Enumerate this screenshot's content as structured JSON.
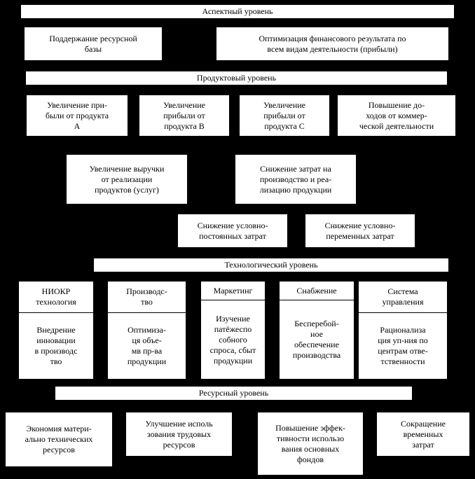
{
  "diagram": {
    "colors": {
      "background": "#000000",
      "box_bg": "#ffffff",
      "text": "#000000"
    },
    "levels": {
      "aspect": "Аспектный уровень",
      "product": "Продуктовый уровень",
      "technology": "Технологический уровень",
      "resource": "Ресурсный уровень"
    },
    "aspect_row": {
      "resource_base": "Поддержание ресурсной\nбазы",
      "financial_result": "Оптимизация финансового результата по\nвсем видам деятельности (прибыли)"
    },
    "product_row": {
      "product_a": "Увеличение при-\nбыли от продукта\nА",
      "product_b": "Увеличение\nприбыли от\nпродукта В",
      "product_c": "Увеличение\nприбыли от\nпродукта С",
      "commercial_income": "Повышение до-\nходов от коммер-\nческой деятельности",
      "revenue_increase": "Увеличение выручки\nот реализации\nпродуктов (услуг)",
      "cost_reduction": "Снижение затрат на\nпроизводство и реа-\nлизацию продукции",
      "fixed_costs": "Снижение условно-\nпостоянных затрат",
      "variable_costs": "Снижение условно-\nпеременных затрат"
    },
    "technology_row": {
      "rnd": {
        "title": "НИОКР\nтехнология",
        "body": "Внедрение\nинновации\nв производс\nтво"
      },
      "production": {
        "title": "Производс-\nтво",
        "body": "Оптимиза-\nця объе-\nмв пр-ва\nпродукции"
      },
      "marketing": {
        "title": "Маркетинг",
        "body": "Изучение\nпатёжеспо\nсобного\nспроса, сбыт\nпродукции"
      },
      "supply": {
        "title": "Снабжение",
        "body": "Бесперебой-\nное\nобеспечение\nпроизводства"
      },
      "management": {
        "title": "Система\nуправления",
        "body": "Рационализа\nция уп-ния по\nцентрам отве-\nтственности"
      }
    },
    "resource_row": {
      "material_resources": "Экономия матери-\nально технических\nресурсов",
      "labor_resources": "Улучшение исполь\nзования трудовых\nресурсов",
      "fixed_assets": "Повышение эффек-\nтивности использо\nвания основных\nфондов",
      "time_costs": "Сокращение\nвременных\nзатрат"
    }
  }
}
